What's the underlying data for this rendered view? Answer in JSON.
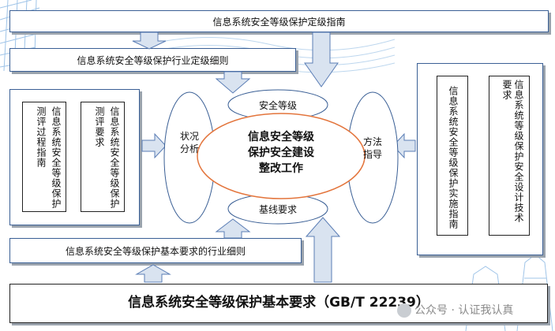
{
  "top_guide": "信息系统安全等级保护定级指南",
  "industry_grading_rules": "信息系统安全等级保护行业定级细则",
  "left_box": {
    "process_guide": "测评过程指南",
    "process_guide_prefix": "信息系统安全等级保护",
    "requirements": "测评要求",
    "requirements_prefix": "信息系统安全等级保护"
  },
  "right_box": {
    "implementation_guide": "信息系统安全等级保护实施指南",
    "design_requirements": "信息系统等级保护安全设计技术要求"
  },
  "security_level": "安全等级",
  "status_analysis": [
    "状况",
    "分析"
  ],
  "method_guidance": [
    "方法",
    "指导"
  ],
  "core": [
    "信息安全等级",
    "保护安全建设",
    "整改工作"
  ],
  "baseline_requirements": "基线要求",
  "industry_basic_rules": "信息系统安全等级保护基本要求的行业细则",
  "basic_requirements_standard": "信息系统安全等级保护基本要求（GB/T 22239）",
  "watermark": "公众号 · 认证我认真",
  "colors": {
    "box_border": "#3a5f95",
    "arrow_fill": "#d9e3f0",
    "arrow_stroke": "#5a7db5",
    "core_ellipse": "#e3743b"
  }
}
